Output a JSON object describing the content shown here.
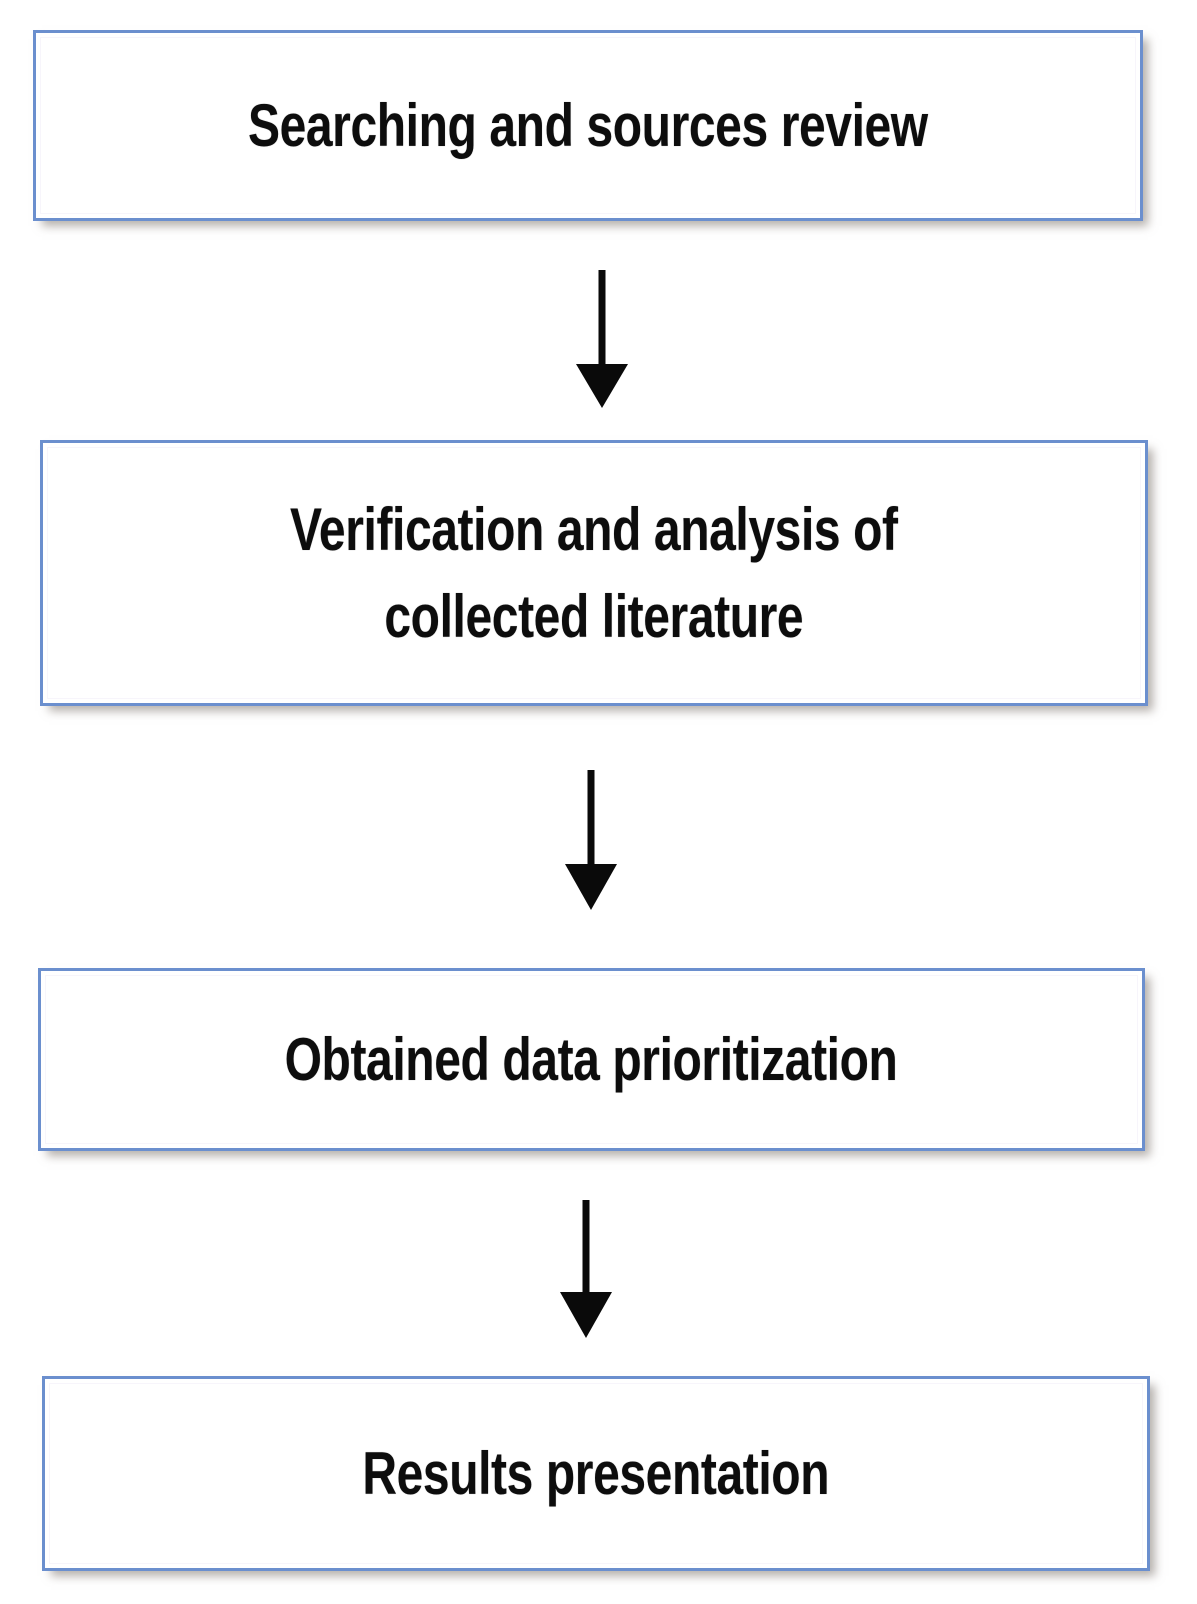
{
  "diagram": {
    "title": "Research methodology flowchart",
    "type": "vertical-flowchart",
    "orientation": "top-to-bottom",
    "background_color": "#ffffff",
    "box_style": {
      "border_color": "#6B8FCE",
      "fill_color": "#ffffff",
      "text_color": "#0d0d0d",
      "shadow_color": "#787068"
    },
    "arrow_style": {
      "color": "#000000",
      "head": "solid-triangle"
    },
    "nodes": [
      {
        "id": "node-1",
        "step": 1,
        "label": "Searching and sources review"
      },
      {
        "id": "node-2",
        "step": 2,
        "label": "Verification and analysis of\ncollected literature"
      },
      {
        "id": "node-3",
        "step": 3,
        "label": "Obtained data prioritization"
      },
      {
        "id": "node-4",
        "step": 4,
        "label": "Results presentation"
      }
    ],
    "connectors": [
      {
        "id": "connector-1",
        "from": "node-1",
        "to": "node-2",
        "icon": "down-arrow-icon"
      },
      {
        "id": "connector-2",
        "from": "node-2",
        "to": "node-3",
        "icon": "down-arrow-icon"
      },
      {
        "id": "connector-3",
        "from": "node-3",
        "to": "node-4",
        "icon": "down-arrow-icon"
      }
    ]
  }
}
